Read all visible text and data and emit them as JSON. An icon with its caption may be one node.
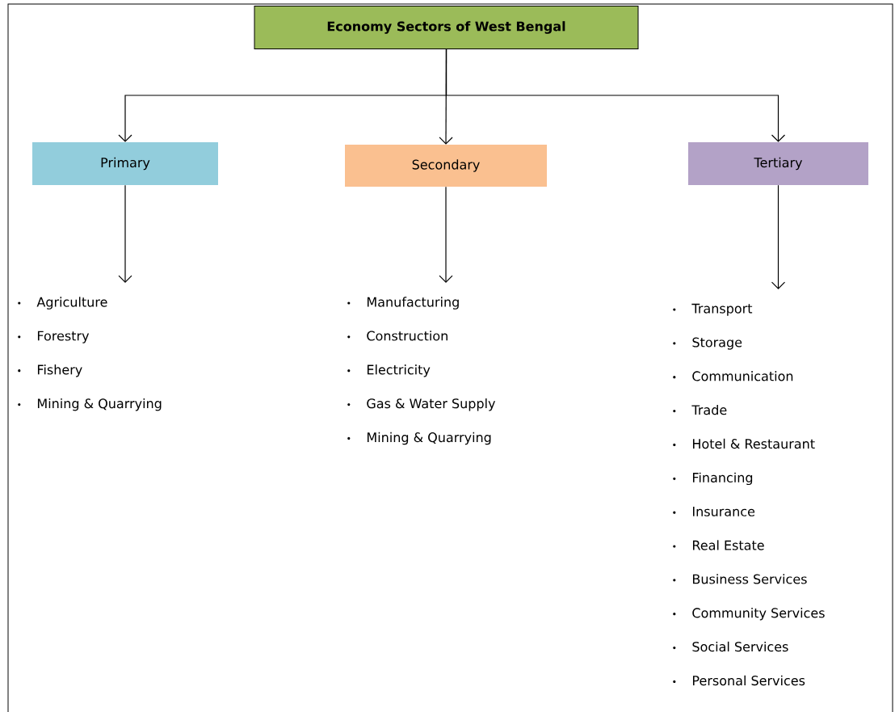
{
  "diagram": {
    "nodes": [
      {
        "text": [
          "Economy Sectors of West Bengal"
        ]
      },
      {
        "text": [
          "Primary"
        ]
      },
      {
        "text": [
          "Secondary"
        ]
      },
      {
        "text": [
          "Tertiary"
        ]
      },
      {
        "text": [
          "Agriculture",
          "Forestry",
          "Fishery",
          "Mining & Quarrying"
        ]
      },
      {
        "text": [
          "Manufacturing",
          "Construction",
          "Electricity",
          "Gas & Water Supply",
          "Mining & Quarrying"
        ]
      },
      {
        "text": [
          "Transport",
          "Storage",
          "Communication",
          "Trade",
          "Hotel & Restaurant",
          "Financing",
          "Insurance",
          "Real Estate",
          "Business Services",
          "Community Services",
          "Social Services",
          "Personal Services"
        ]
      }
    ],
    "edges": [
      {
        "from": 0,
        "to": 1,
        "arrow": "to"
      },
      {
        "from": 0,
        "to": 2,
        "arrow": "to"
      },
      {
        "from": 0,
        "to": 3,
        "arrow": "to"
      },
      {
        "from": 1,
        "to": 4,
        "arrow": "to"
      },
      {
        "from": 2,
        "to": 5,
        "arrow": "to"
      },
      {
        "from": 3,
        "to": 6,
        "arrow": "to"
      }
    ]
  }
}
